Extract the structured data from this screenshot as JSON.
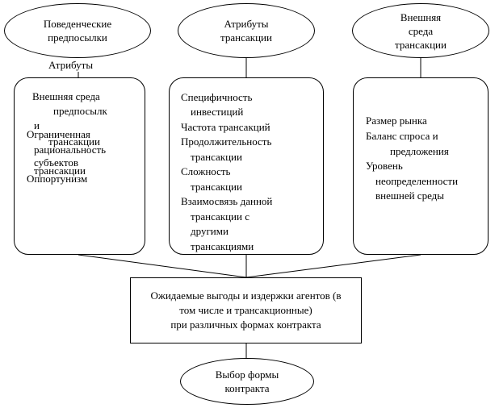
{
  "diagram": {
    "top": {
      "behavioral": [
        "Поведенческие",
        "предпосылки"
      ],
      "attributes": [
        "Атрибуты",
        "трансакции"
      ],
      "environment": [
        "Внешняя",
        "среда",
        "трансакции"
      ]
    },
    "connector_label": "Атрибуты",
    "left_box": {
      "env_title": "Внешняя среда",
      "env_line2": "предпосылк",
      "env_line3": "и",
      "bounded": "Ограниченная",
      "bounded_tx": "трансакции",
      "rationality": "рациональность",
      "subjects": "субъектов",
      "subjects_tx": "трансакции",
      "opportunism": "Оппортунизм"
    },
    "mid_box": {
      "lines": [
        "Специфичность",
        "инвестиций",
        "Частота трансакций",
        "Продолжительность",
        "трансакции",
        "Сложность",
        "трансакции",
        "Взаимосвязь данной",
        "трансакции с",
        "другими",
        "трансакциями"
      ]
    },
    "right_box": {
      "lines": [
        "Размер рынка",
        "Баланс спроса и",
        "предложения",
        "Уровень",
        "неопределенности",
        "внешней среды"
      ]
    },
    "center_rect": [
      "Ожидаемые выгоды и издержки агентов (в",
      "том числе и трансакционные)",
      "при различных формах контракта"
    ],
    "bottom": [
      "Выбор формы",
      "контракта"
    ]
  }
}
